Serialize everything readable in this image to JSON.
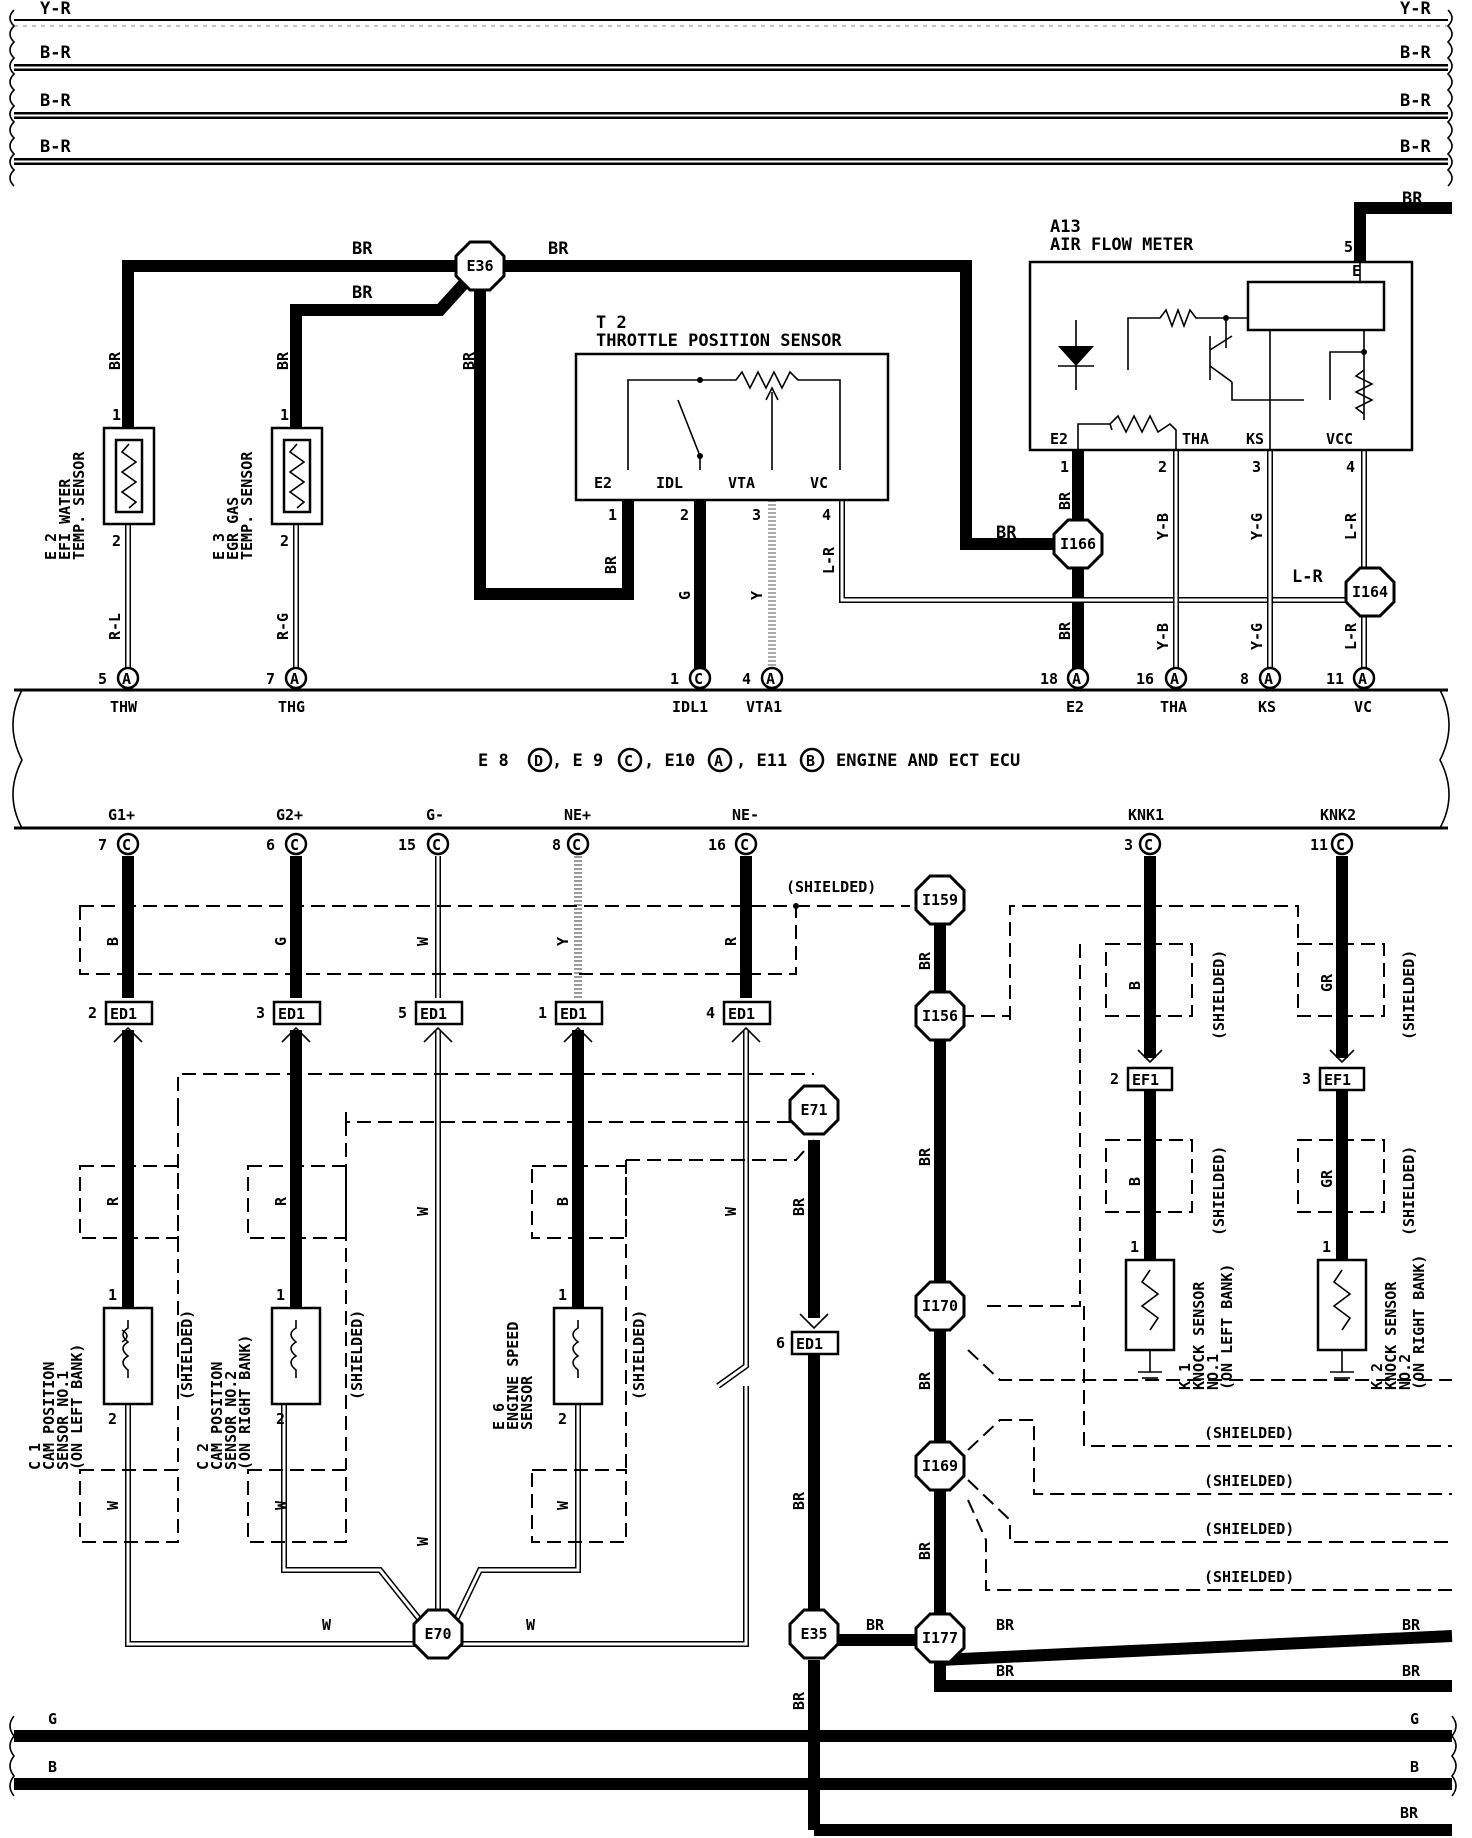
{
  "top_bus": [
    "Y-R",
    "B-R",
    "B-R",
    "B-R"
  ],
  "wire_colors": {
    "br": "BR",
    "rl": "R-L",
    "rg": "R-G",
    "g": "G",
    "y": "Y",
    "lr": "L-R",
    "yb": "Y-B",
    "yg": "Y-G",
    "b": "B",
    "w": "W",
    "r": "R",
    "gr": "GR"
  },
  "components": {
    "e2": [
      "E 2",
      "EFI WATER",
      "TEMP. SENSOR"
    ],
    "e3": [
      "E 3",
      "EGR GAS",
      "TEMP. SENSOR"
    ],
    "t2": [
      "T 2",
      "THROTTLE POSITION SENSOR"
    ],
    "a13": [
      "A13",
      "AIR FLOW METER"
    ],
    "c1": [
      "C 1",
      "CAM POSITION",
      "SENSOR NO.1",
      "(ON LEFT BANK)"
    ],
    "c2": [
      "C 2",
      "CAM POSITION",
      "SENSOR NO.2",
      "(ON RIGHT BANK)"
    ],
    "e6": [
      "E 6",
      "ENGINE SPEED",
      "SENSOR"
    ],
    "k1": [
      "K 1",
      "KNOCK SENSOR",
      "NO.1",
      "(ON LEFT BANK)"
    ],
    "k2": [
      "K 2",
      "KNOCK SENSOR",
      "NO.2",
      "(ON RIGHT BANK)"
    ]
  },
  "t2_pins": [
    "E2",
    "IDL",
    "VTA",
    "VC"
  ],
  "a13_pins": [
    "E",
    "E2",
    "THA",
    "KS",
    "VCC"
  ],
  "pin_numbers": {
    "one": "1",
    "two": "2",
    "three": "3",
    "four": "4",
    "five": "5",
    "six": "6"
  },
  "junctions": [
    "E36",
    "I166",
    "I164",
    "I159",
    "I156",
    "E71",
    "I170",
    "I169",
    "E70",
    "E35",
    "I177"
  ],
  "connector_ed1": "ED1",
  "connector_ef1": "EF1",
  "ecu": {
    "title_parts": [
      "E 8",
      "D",
      ", E 9",
      "C",
      ", E10",
      "A",
      ", E11",
      "B",
      "ENGINE AND ECT ECU"
    ],
    "top_terminals": [
      {
        "pin": "5",
        "conn": "A",
        "name": "THW"
      },
      {
        "pin": "7",
        "conn": "A",
        "name": "THG"
      },
      {
        "pin": "1",
        "conn": "C",
        "name": "IDL1"
      },
      {
        "pin": "4",
        "conn": "A",
        "name": "VTA1"
      },
      {
        "pin": "18",
        "conn": "A",
        "name": "E2"
      },
      {
        "pin": "16",
        "conn": "A",
        "name": "THA"
      },
      {
        "pin": "8",
        "conn": "A",
        "name": "KS"
      },
      {
        "pin": "11",
        "conn": "A",
        "name": "VC"
      }
    ],
    "bottom_terminals": [
      {
        "pin": "7",
        "conn": "C",
        "name": "G1+"
      },
      {
        "pin": "6",
        "conn": "C",
        "name": "G2+"
      },
      {
        "pin": "15",
        "conn": "C",
        "name": "G-"
      },
      {
        "pin": "8",
        "conn": "C",
        "name": "NE+"
      },
      {
        "pin": "16",
        "conn": "C",
        "name": "NE-"
      },
      {
        "pin": "3",
        "conn": "C",
        "name": "KNK1"
      },
      {
        "pin": "11",
        "conn": "C",
        "name": "KNK2"
      }
    ]
  },
  "shielded": "(SHIELDED)",
  "bottom_bus": [
    "G",
    "B",
    "BR"
  ]
}
